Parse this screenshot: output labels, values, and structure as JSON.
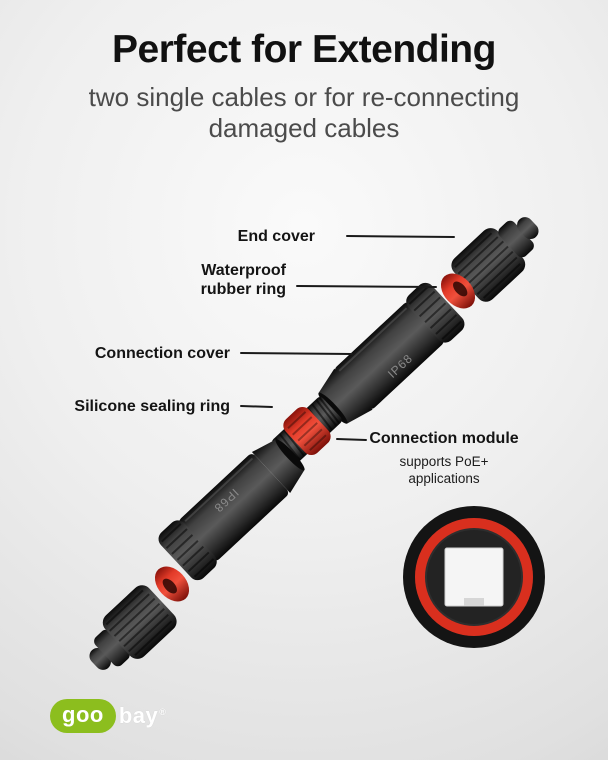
{
  "header": {
    "title": "Perfect for Extending",
    "subtitle_line1": "two single cables or for re-connecting",
    "subtitle_line2": "damaged cables"
  },
  "callouts": {
    "end_cover": "End cover",
    "waterproof_line1": "Waterproof",
    "waterproof_line2": "rubber ring",
    "connection_cover": "Connection cover",
    "silicone_sealing_ring": "Silicone sealing ring",
    "connection_module": "Connection module",
    "connection_module_sub1": "supports PoE+",
    "connection_module_sub2": "applications"
  },
  "diagram": {
    "marking": "IP68"
  },
  "logo": {
    "goo": "goo",
    "bay": "bay",
    "registered": "®"
  },
  "colors": {
    "accent_red": "#d93222",
    "brand_green": "#8cbe1e",
    "part_dark": "#262626",
    "background_gray": "#e8e8e8"
  }
}
